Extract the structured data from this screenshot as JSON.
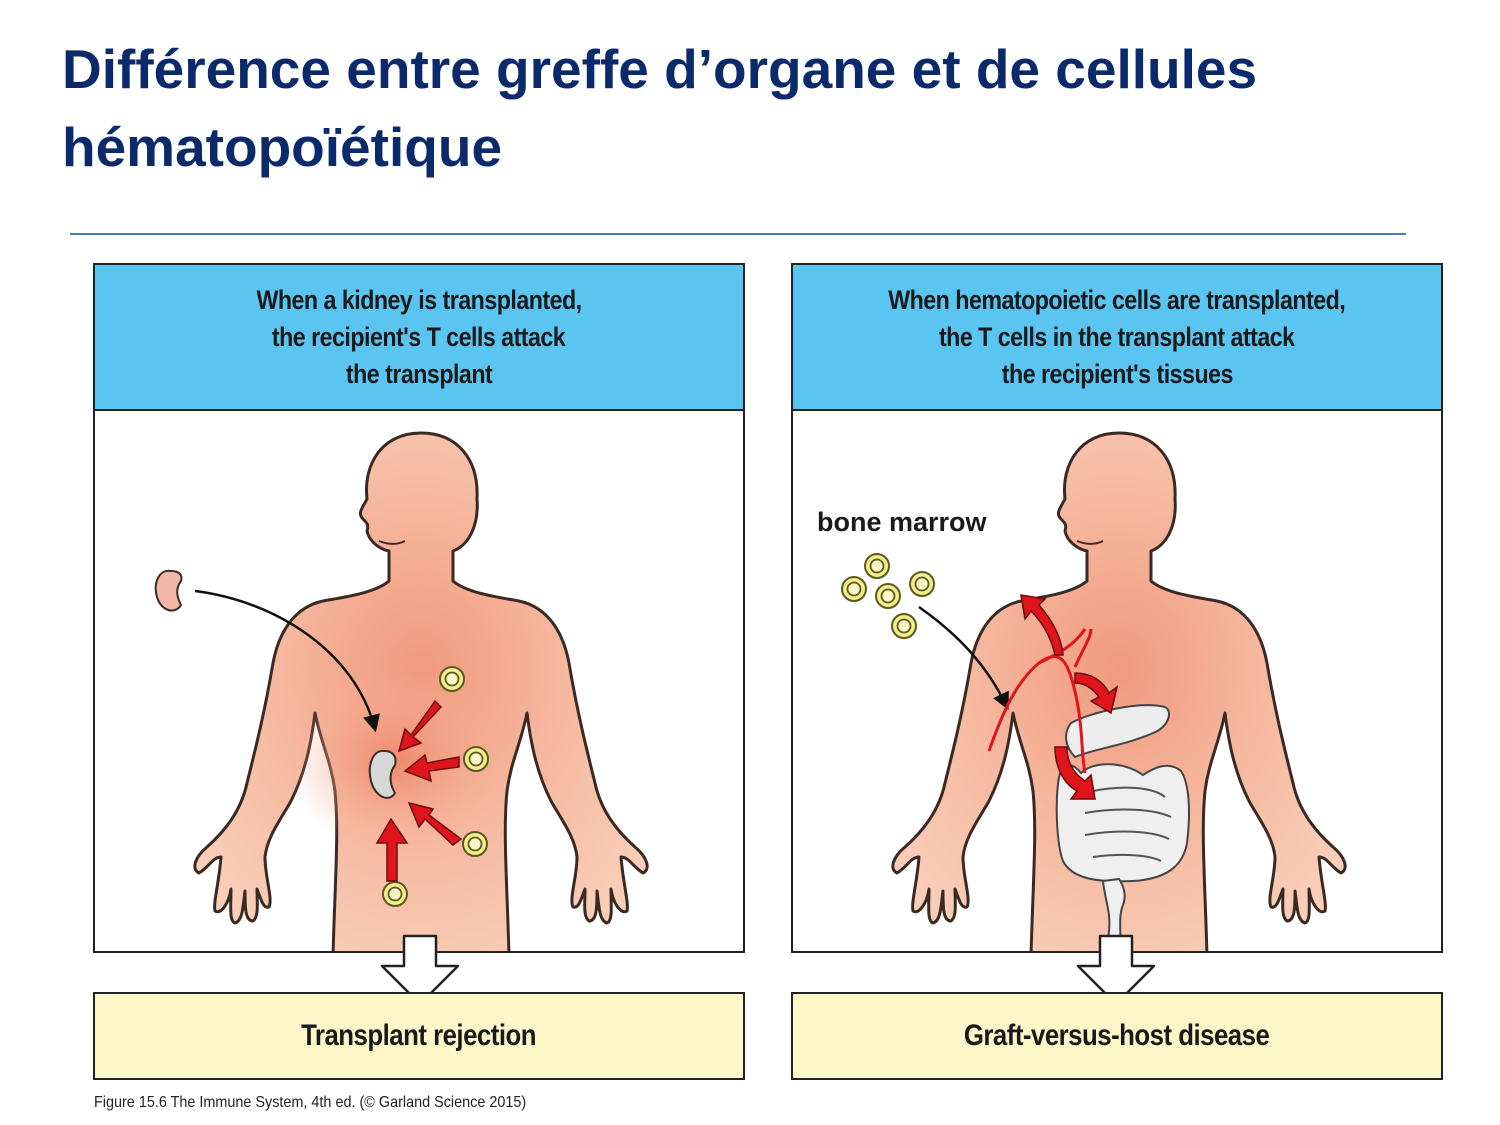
{
  "title": {
    "line1": "Différence entre greffe d’organe et de cellules",
    "line2": "hématopoïétique"
  },
  "panels": {
    "left": {
      "header_lines": [
        "When a kidney is transplanted,",
        "the recipient's T cells attack",
        "the transplant"
      ],
      "outcome": "Transplant rejection"
    },
    "right": {
      "header_lines": [
        "When hematopoietic cells are transplanted,",
        "the T cells in the transplant attack",
        "the recipient's tissues"
      ],
      "bone_marrow_label": "bone marrow",
      "outcome": "Graft-versus-host disease"
    }
  },
  "caption": "Figure 15.6 The Immune System, 4th ed. (© Garland Science 2015)",
  "colors": {
    "title": "#0b2a6b",
    "header_fill": "#5bc5f2",
    "outcome_fill": "#fdf6c8",
    "body_skin": "#f4b69c",
    "attack_arrow": "#e0141b",
    "t_cell": "#f3ee8a"
  },
  "icons": [
    "kidney-icon",
    "t-cell-icon",
    "human-body-icon",
    "down-arrow-icon",
    "intestine-icon",
    "liver-icon",
    "blood-vessel-icon"
  ]
}
